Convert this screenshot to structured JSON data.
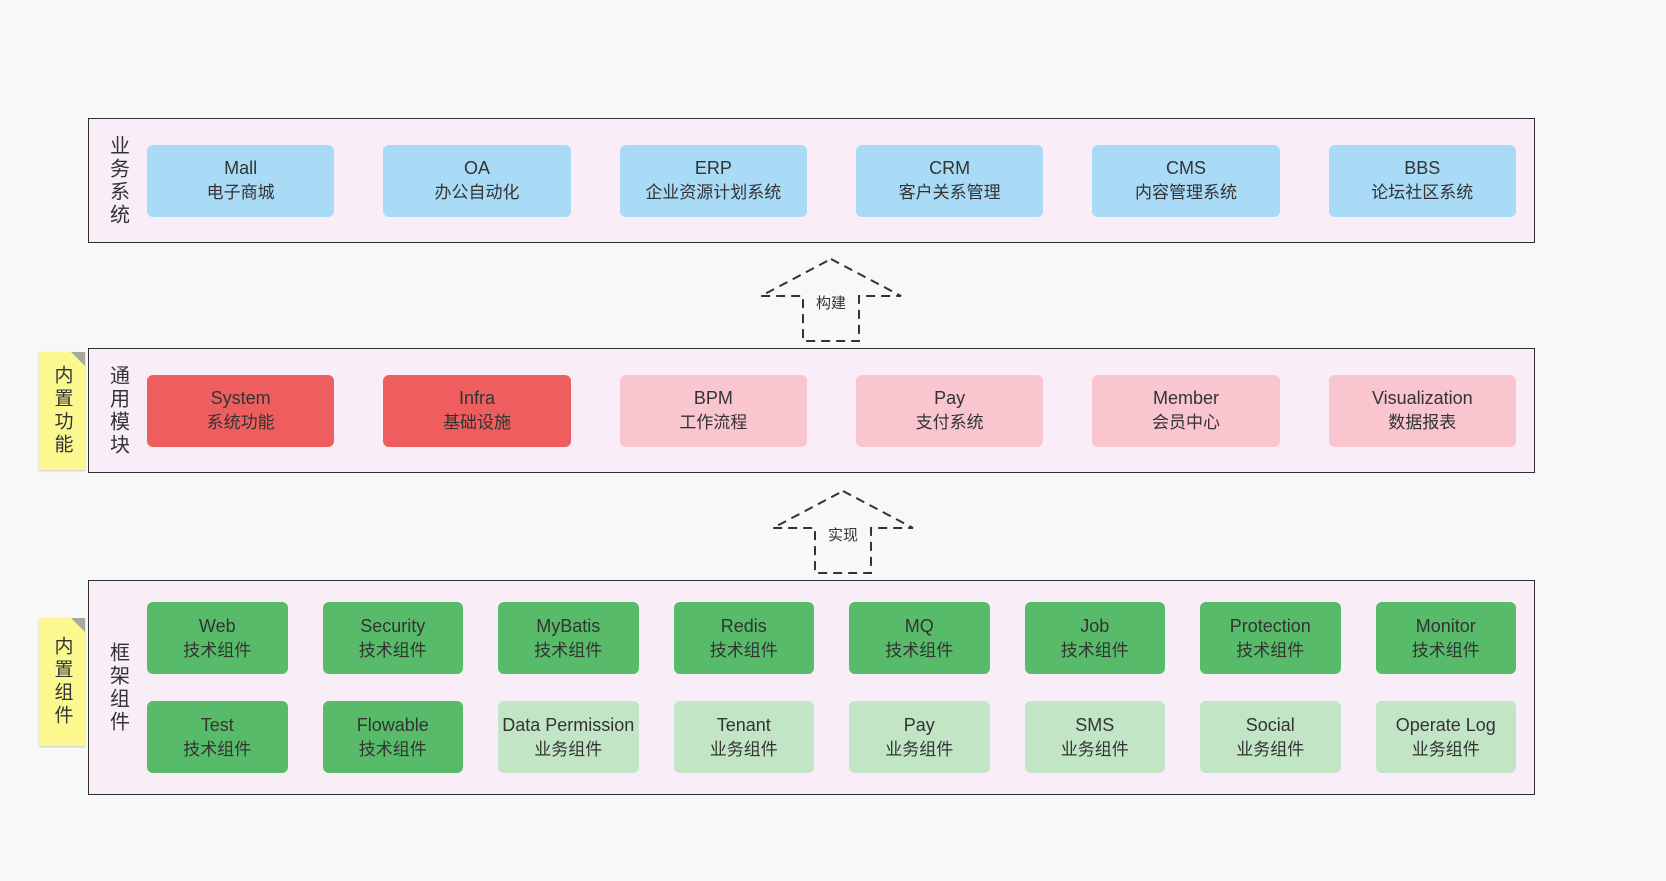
{
  "colors": {
    "background": "#f8f8f8",
    "panel_bg": "#f9eef8",
    "panel_border": "#2f2f2f",
    "blue_box": "#a9daf6",
    "red_box": "#ef5e5e",
    "pink_box": "#f9c5ce",
    "green_box": "#58bb69",
    "light_green_box": "#c2e5c6",
    "sticky_yellow": "#fbf88f",
    "text": "#333333"
  },
  "layers": [
    {
      "label": "业务系统",
      "boxes": [
        {
          "title": "Mall",
          "subtitle": "电子商城",
          "variant": "blue"
        },
        {
          "title": "OA",
          "subtitle": "办公自动化",
          "variant": "blue"
        },
        {
          "title": "ERP",
          "subtitle": "企业资源计划系统",
          "variant": "blue"
        },
        {
          "title": "CRM",
          "subtitle": "客户关系管理",
          "variant": "blue"
        },
        {
          "title": "CMS",
          "subtitle": "内容管理系统",
          "variant": "blue"
        },
        {
          "title": "BBS",
          "subtitle": "论坛社区系统",
          "variant": "blue"
        }
      ]
    },
    {
      "label": "通用模块",
      "sticky": "内置功能",
      "boxes": [
        {
          "title": "System",
          "subtitle": "系统功能",
          "variant": "red"
        },
        {
          "title": "Infra",
          "subtitle": "基础设施",
          "variant": "red"
        },
        {
          "title": "BPM",
          "subtitle": "工作流程",
          "variant": "pink"
        },
        {
          "title": "Pay",
          "subtitle": "支付系统",
          "variant": "pink"
        },
        {
          "title": "Member",
          "subtitle": "会员中心",
          "variant": "pink"
        },
        {
          "title": "Visualization",
          "subtitle": "数据报表",
          "variant": "pink"
        }
      ]
    },
    {
      "label": "框架组件",
      "sticky": "内置组件",
      "boxes": [
        {
          "title": "Web",
          "subtitle": "技术组件",
          "variant": "green"
        },
        {
          "title": "Security",
          "subtitle": "技术组件",
          "variant": "green"
        },
        {
          "title": "MyBatis",
          "subtitle": "技术组件",
          "variant": "green"
        },
        {
          "title": "Redis",
          "subtitle": "技术组件",
          "variant": "green"
        },
        {
          "title": "MQ",
          "subtitle": "技术组件",
          "variant": "green"
        },
        {
          "title": "Job",
          "subtitle": "技术组件",
          "variant": "green"
        },
        {
          "title": "Protection",
          "subtitle": "技术组件",
          "variant": "green"
        },
        {
          "title": "Monitor",
          "subtitle": "技术组件",
          "variant": "green"
        },
        {
          "title": "Test",
          "subtitle": "技术组件",
          "variant": "green"
        },
        {
          "title": "Flowable",
          "subtitle": "技术组件",
          "variant": "green"
        },
        {
          "title": "Data Permission",
          "subtitle": "业务组件",
          "variant": "lightgreen"
        },
        {
          "title": "Tenant",
          "subtitle": "业务组件",
          "variant": "lightgreen"
        },
        {
          "title": "Pay",
          "subtitle": "业务组件",
          "variant": "lightgreen"
        },
        {
          "title": "SMS",
          "subtitle": "业务组件",
          "variant": "lightgreen"
        },
        {
          "title": "Social",
          "subtitle": "业务组件",
          "variant": "lightgreen"
        },
        {
          "title": "Operate Log",
          "subtitle": "业务组件",
          "variant": "lightgreen"
        }
      ]
    }
  ],
  "arrows": [
    {
      "label": "构建"
    },
    {
      "label": "实现"
    }
  ]
}
